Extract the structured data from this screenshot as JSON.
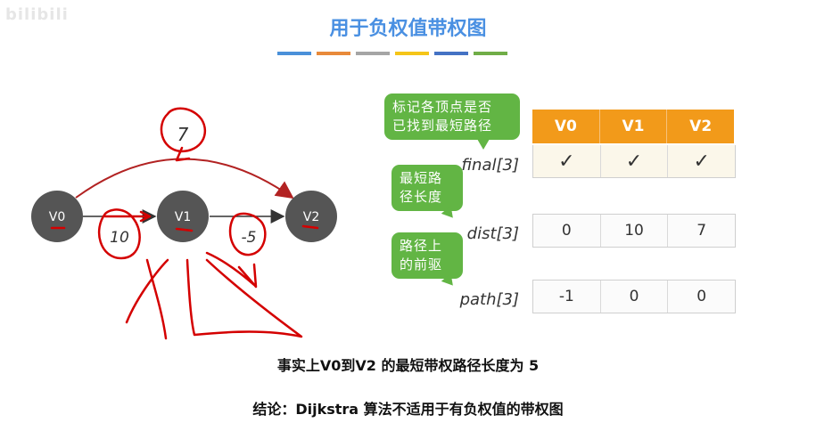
{
  "title": "用于负权值带权图",
  "title_bar_colors": [
    "#4a90d9",
    "#e88a3a",
    "#a5a5a5",
    "#f5c518",
    "#4472c4",
    "#70ad47"
  ],
  "watermark": "bilibili",
  "graph": {
    "nodes": [
      "V0",
      "V1",
      "V2"
    ],
    "edges": [
      {
        "from": "V0",
        "to": "V1",
        "weight": "10"
      },
      {
        "from": "V1",
        "to": "V2",
        "weight": "-5"
      },
      {
        "from": "V0",
        "to": "V2",
        "weight": "7"
      }
    ]
  },
  "tags": {
    "final_tag": [
      "标记各顶点是否",
      "已找到最短路径"
    ],
    "dist_tag": [
      "最短路",
      "径长度"
    ],
    "path_tag": [
      "路径上",
      "的前驱"
    ]
  },
  "table": {
    "headers": [
      "V0",
      "V1",
      "V2"
    ],
    "rows": [
      {
        "label": "final[3]",
        "values": [
          "✓",
          "✓",
          "✓"
        ]
      },
      {
        "label": "dist[3]",
        "values": [
          "0",
          "10",
          "7"
        ]
      },
      {
        "label": "path[3]",
        "values": [
          "-1",
          "0",
          "0"
        ]
      }
    ]
  },
  "notes": {
    "fact": "事实上V0到V2 的最短带权路径长度为 5",
    "conclusion": "结论：Dijkstra 算法不适用于有负权值的带权图"
  },
  "colors": {
    "header": "#f29a1a",
    "tag": "#62b544",
    "title": "#4a90e2",
    "node": "#555555",
    "edge_v0_v2": "#b22222",
    "annotation": "#d40000"
  }
}
